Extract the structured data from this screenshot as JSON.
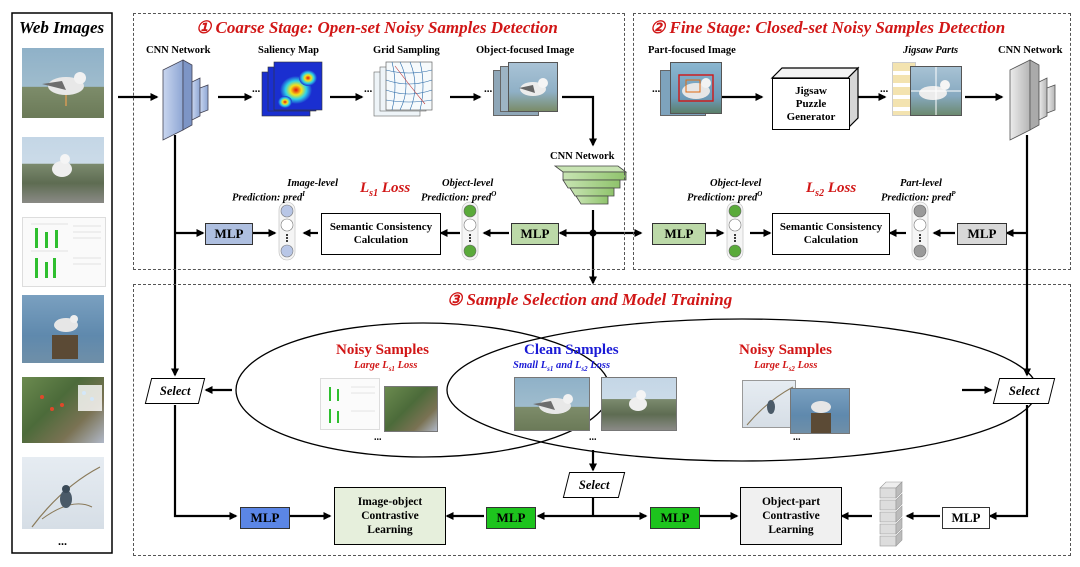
{
  "web_images": {
    "title": "Web Images",
    "ellipsis": "..."
  },
  "coarse_stage": {
    "title": "① Coarse Stage: Open-set Noisy Samples Detection",
    "cnn_label": "CNN Network",
    "saliency_label": "Saliency Map",
    "grid_label": "Grid Sampling",
    "object_focused_label": "Object-focused Image",
    "cnn_label_2": "CNN Network",
    "image_pred_line1": "Image-level",
    "image_pred_line2": "Prediction: pred",
    "image_pred_sup": "I",
    "loss_main": "L",
    "loss_sub": "s1",
    "loss_word": " Loss",
    "object_pred_line1": "Object-level",
    "object_pred_line2": "Prediction: pred",
    "object_pred_sup": "O",
    "mlp_left": "MLP",
    "mlp_right": "MLP",
    "sem_line1": "Semantic Consistency",
    "sem_line2": "Calculation",
    "ellipsis": "..."
  },
  "fine_stage": {
    "title": "② Fine Stage: Closed-set Noisy Samples Detection",
    "part_focused_label": "Part-focused Image",
    "jigsaw_gen_line1": "Jigsaw",
    "jigsaw_gen_line2": "Puzzle",
    "jigsaw_gen_line3": "Generator",
    "jigsaw_parts_label": "Jigsaw Parts",
    "cnn_label": "CNN Network",
    "object_pred_line1": "Object-level",
    "object_pred_line2": "Prediction: pred",
    "object_pred_sup": "O",
    "loss_main": "L",
    "loss_sub": "s2",
    "loss_word": " Loss",
    "part_pred_line1": "Part-level",
    "part_pred_line2": "Prediction: pred",
    "part_pred_sup": "P",
    "mlp_left": "MLP",
    "mlp_right": "MLP",
    "sem_line1": "Semantic Consistency",
    "sem_line2": "Calculation",
    "ellipsis": "..."
  },
  "selection_stage": {
    "title": "③ Sample Selection and Model Training",
    "noisy_left_title": "Noisy Samples",
    "noisy_left_sub_pre": "Large L",
    "noisy_left_sub_sub": "s1",
    "noisy_left_sub_post": " Loss",
    "clean_title": "Clean Samples",
    "clean_sub_pre": "Small L",
    "clean_sub_sub1": "s1",
    "clean_sub_mid": " and L",
    "clean_sub_sub2": "s2",
    "clean_sub_post": " Loss",
    "noisy_right_title": "Noisy Samples",
    "noisy_right_sub_pre": "Large L",
    "noisy_right_sub_sub": "s2",
    "noisy_right_sub_post": " Loss",
    "select_left": "Select",
    "select_right": "Select",
    "select_center": "Select",
    "mlp_1": "MLP",
    "mlp_2": "MLP",
    "mlp_3": "MLP",
    "mlp_4": "MLP",
    "io_line1": "Image-object",
    "io_line2": "Contrastive",
    "io_line3": "Learning",
    "op_line1": "Object-part",
    "op_line2": "Contrastive",
    "op_line3": "Learning",
    "ellipsis": "..."
  },
  "colors": {
    "stage_title": "#d11616",
    "clean_title": "#1a1ad6",
    "mlp_blue": "#aebfe0",
    "mlp_green_light": "#bcd9a8",
    "mlp_gray": "#d8d8d8",
    "mlp_bright_blue": "#5b86e6",
    "mlp_bright_green": "#1dc41d",
    "cnn_blue": "#b6c6e6",
    "cnn_green": "#a9d48e",
    "cnn_gray": "#cfcfcf"
  }
}
